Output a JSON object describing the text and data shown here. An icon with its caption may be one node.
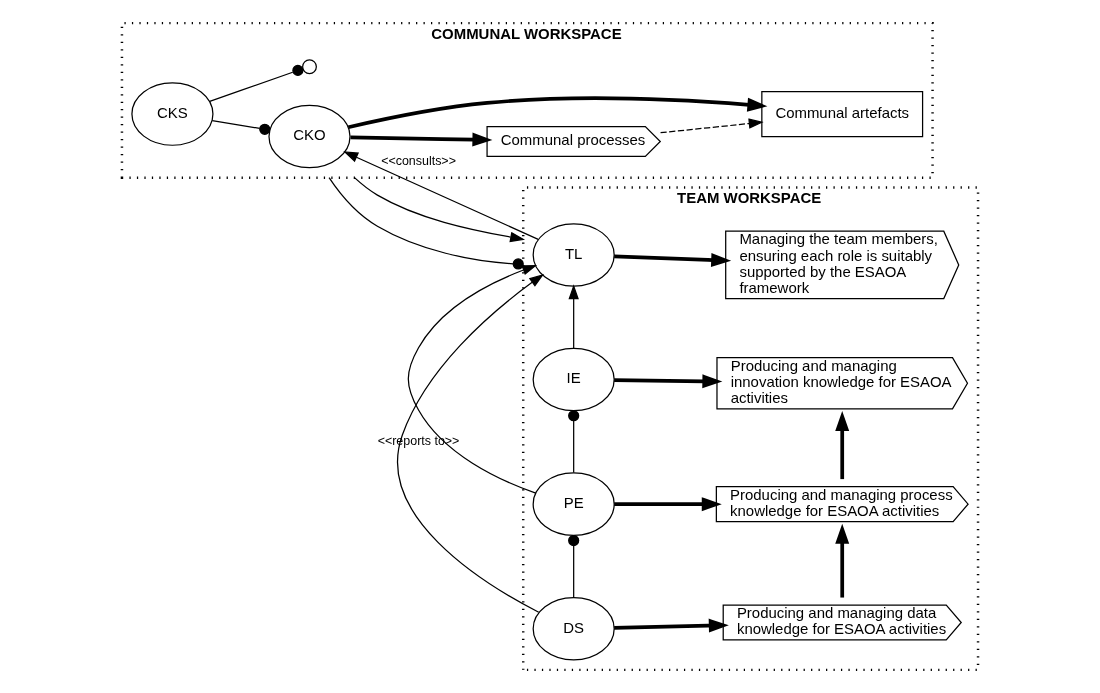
{
  "diagram": {
    "nodes": [
      {
        "text": [
          "TEAM WORKSPACE"
        ]
      },
      {
        "text": [
          "TL"
        ],
        "in": 0
      },
      {
        "text": [
          "Managing the team members, ensuring each role is suitably supported by the ESAOA framework"
        ],
        "in": 0
      },
      {
        "text": [
          "IE"
        ],
        "in": 0
      },
      {
        "text": [
          "Producing and managing innovation knowledge for ESAOA activities"
        ],
        "in": 0
      },
      {
        "text": [
          "PE"
        ],
        "in": 0
      },
      {
        "text": [
          "Producing and managing process knowledge for ESAOA activities"
        ],
        "in": 0
      },
      {
        "text": [
          "DS"
        ],
        "in": 0
      },
      {
        "text": [
          "Producing and managing data knowledge for ESAOA activities"
        ],
        "in": 0
      },
      {
        "text": [
          "COMMUNAL WORKSPACE"
        ]
      },
      {
        "text": [
          "CKO"
        ],
        "in": 9
      },
      {
        "text": [
          "Communal processes"
        ],
        "in": 9
      },
      {
        "text": [
          "Communal artefacts"
        ],
        "in": 9
      },
      {
        "text": [
          "CKS"
        ],
        "in": 9
      }
    ],
    "edges": [
      {
        "from": 1,
        "to": 10,
        "arrow": "to",
        "label": "<<consults>>"
      },
      {
        "from": 1,
        "to": 2,
        "arrow": "to",
        "style": "thick"
      },
      {
        "from": 3,
        "to": 4,
        "arrow": "to",
        "style": "thick"
      },
      {
        "from": 5,
        "to": 6,
        "arrow": "to",
        "style": "thick"
      },
      {
        "from": 7,
        "to": 8,
        "arrow": "to",
        "style": "thick"
      },
      {
        "from": 6,
        "to": 4,
        "arrow": "to",
        "style": "thick"
      },
      {
        "from": 8,
        "to": 6,
        "arrow": "to",
        "style": "thick"
      },
      {
        "from": 3,
        "to": 1,
        "arrow": "to"
      },
      {
        "from": 5,
        "to": 1,
        "arrow": "to"
      },
      {
        "from": 7,
        "to": 1,
        "arrow": "to",
        "label": "<<reports to>>"
      },
      {
        "from": 5,
        "to": 3,
        "arrow": "other"
      },
      {
        "from": 7,
        "to": 5,
        "arrow": "other"
      },
      {
        "from": 9,
        "to": 0,
        "arrow": "other"
      },
      {
        "from": 9,
        "to": 0,
        "arrow": "to"
      },
      {
        "from": 10,
        "to": 11,
        "arrow": "to",
        "style": "thick"
      },
      {
        "from": 10,
        "to": 12,
        "arrow": "to",
        "style": "thick"
      },
      {
        "from": 11,
        "to": 12,
        "arrow": "to",
        "style": "dashed"
      },
      {
        "from": 13,
        "to": 10,
        "arrow": "other"
      },
      {
        "from": 13,
        "to": null,
        "arrow": "other"
      }
    ]
  }
}
